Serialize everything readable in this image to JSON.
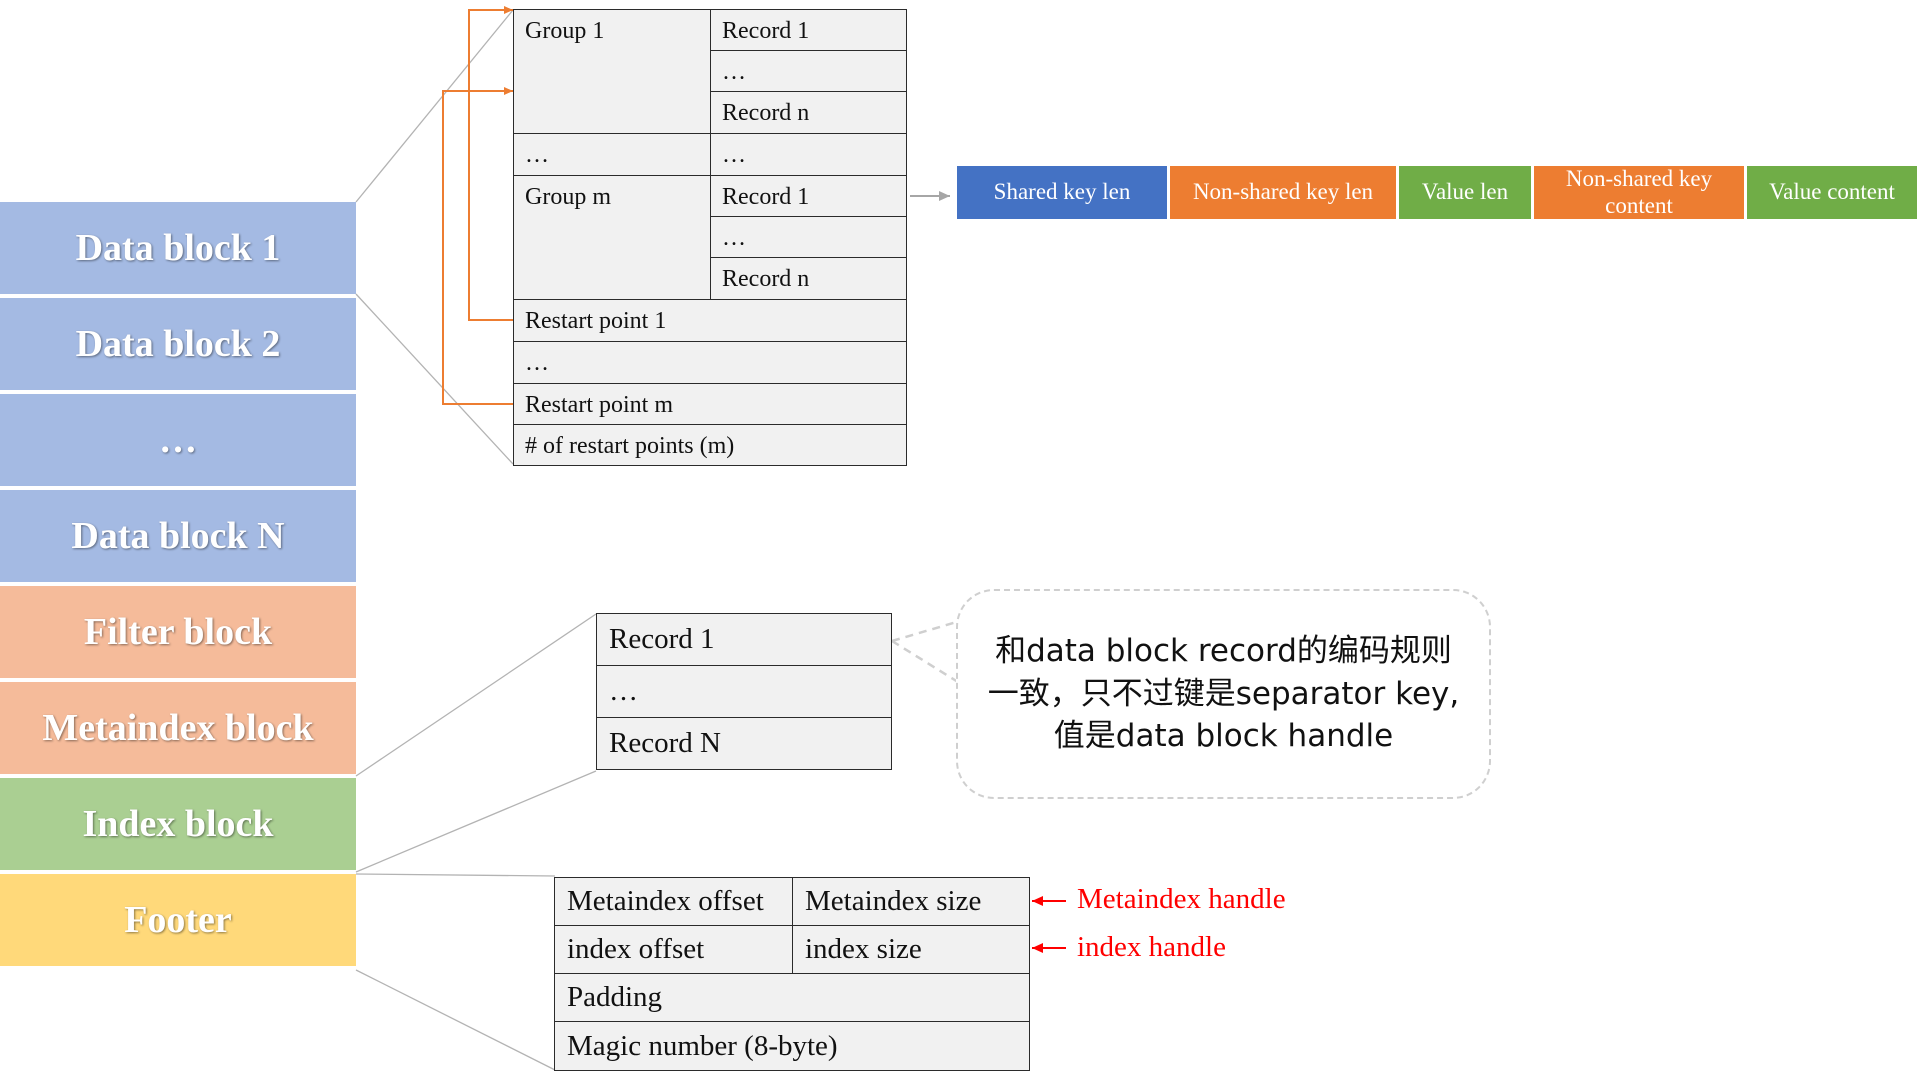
{
  "sstable_blocks": {
    "data_block_1": "Data block 1",
    "data_block_2": "Data block 2",
    "ellipsis": "…",
    "data_block_n": "Data block N",
    "filter_block": "Filter block",
    "metaindex_block": "Metaindex block",
    "index_block": "Index block",
    "footer": "Footer"
  },
  "data_block_detail": {
    "group_1": "Group 1",
    "group_m": "Group m",
    "record_1": "Record 1",
    "record_n": "Record n",
    "ellipsis": "…",
    "restart_point_1": "Restart point 1",
    "restart_point_m": "Restart point m",
    "num_restart_points": "# of restart points (m)"
  },
  "record_format": {
    "shared_key_len": "Shared key len",
    "non_shared_key_len": "Non-shared key len",
    "value_len": "Value len",
    "non_shared_key_content": "Non-shared key content",
    "value_content": "Value content"
  },
  "index_block_detail": {
    "record_1": "Record 1",
    "ellipsis": "…",
    "record_n": "Record N"
  },
  "callout": {
    "line1": "和data block record的编码规则",
    "line2": "一致，只不过键是separator key,",
    "line3": "值是data block handle"
  },
  "footer_detail": {
    "metaindex_offset": "Metaindex offset",
    "metaindex_size": "Metaindex size",
    "index_offset": "index offset",
    "index_size": "index size",
    "padding": "Padding",
    "magic_number": "Magic number (8-byte)",
    "metaindex_handle": "Metaindex handle",
    "index_handle": "index handle"
  },
  "colors": {
    "data_block": "#a4bae3",
    "filter_meta": "#f5bb9a",
    "index": "#aacf92",
    "footer": "#ffd97a",
    "shared_key_len": "#4472c4",
    "orange": "#ed7d31",
    "green": "#70ad47",
    "restart_arrow": "#ed7d31",
    "handle_text": "#ff0000"
  }
}
